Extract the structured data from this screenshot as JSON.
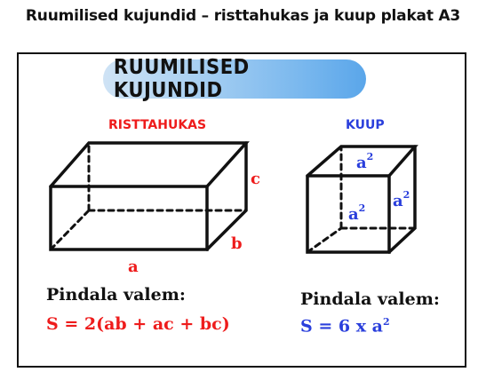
{
  "heading": "Ruumilised kujundid – risttahukas ja kuup plakat A3",
  "banner": "RUUMILISED KUJUNDID",
  "cuboid": {
    "title": "RISTTAHUKAS",
    "label_a": "a",
    "label_b": "b",
    "label_c": "c",
    "formula_label": "Pindala valem:",
    "formula": "S = 2(ab + ac + bc)"
  },
  "cube": {
    "title": "KUUP",
    "face_label": "a",
    "exponent": "2",
    "formula_label": "Pindala valem:",
    "formula_base": "S = 6 x a"
  },
  "colors": {
    "red": "#ee1c1c",
    "blue": "#2a3fdc",
    "banner_gradient": [
      "#cfe3f5",
      "#5aa6ea"
    ]
  }
}
